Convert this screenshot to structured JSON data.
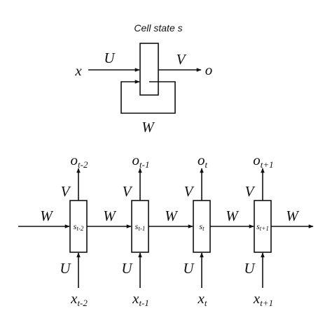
{
  "top": {
    "title": "Cell state s",
    "input": "x",
    "output": "o",
    "u_label": "U",
    "v_label": "V",
    "w_label": "W"
  },
  "chain": {
    "w_label": "W",
    "cells": [
      {
        "s_base": "s",
        "s_sub": "t-2",
        "o_base": "o",
        "o_sub": "t-2",
        "x_base": "x",
        "x_sub": "t-2",
        "v_label": "V",
        "u_label": "U"
      },
      {
        "s_base": "s",
        "s_sub": "t-1",
        "o_base": "o",
        "o_sub": "t-1",
        "x_base": "x",
        "x_sub": "t-1",
        "v_label": "V",
        "u_label": "U"
      },
      {
        "s_base": "s",
        "s_sub": "t",
        "o_base": "o",
        "o_sub": "t",
        "x_base": "x",
        "x_sub": "t",
        "v_label": "V",
        "u_label": "U"
      },
      {
        "s_base": "s",
        "s_sub": "t+1",
        "o_base": "o",
        "o_sub": "t+1",
        "x_base": "x",
        "x_sub": "t+1",
        "v_label": "V",
        "u_label": "U"
      }
    ]
  },
  "colors": {
    "ink": "#111111",
    "background": "#ffffff"
  }
}
